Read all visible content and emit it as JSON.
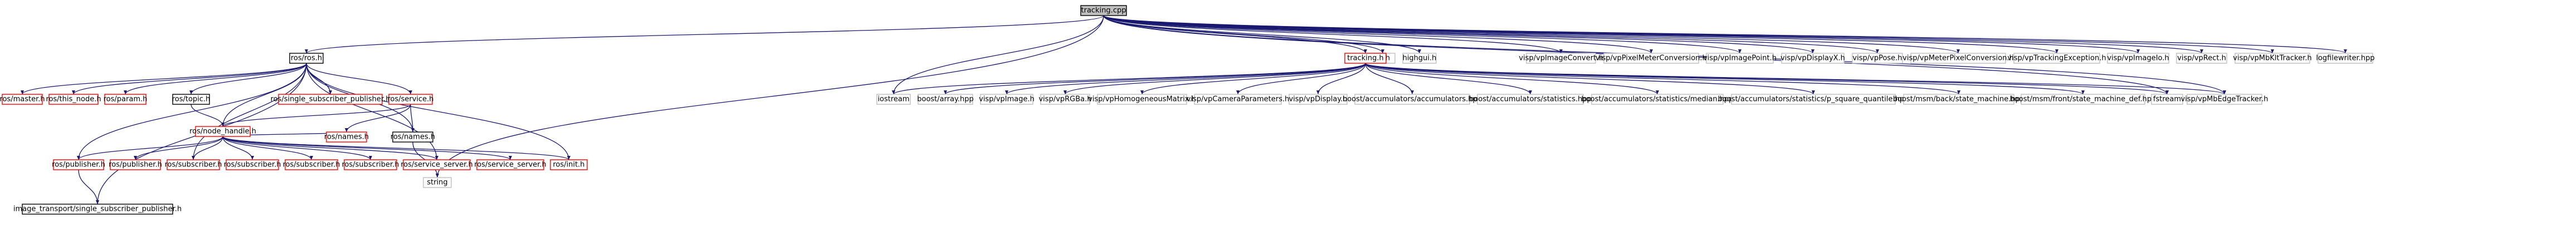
{
  "title": "tracking.cpp",
  "colors": {
    "edge": "#191970",
    "root_fill": "#bfbfbf",
    "root_border": "#000000",
    "documented_border": "#ff0000",
    "external_border": "#bfbfbf",
    "plain_border": "#000000"
  },
  "nodes": {
    "tracking_cpp": "tracking.cpp",
    "ros_h": "ros/ros.h",
    "cv_h": "cv.h",
    "highgui_h": "highgui.h",
    "tracking_h": "tracking.h",
    "visp_vpImageConvert_h": "visp/vpImageConvert.h",
    "visp_vpPixelMeterConversion_h": "visp/vpPixelMeterConversion.h",
    "visp_vpImagePoint_h": "visp/vpImagePoint.h",
    "visp_vpDisplayX_h": "visp/vpDisplayX.h",
    "visp_vpPose_h": "visp/vpPose.h",
    "visp_vpMeterPixelConversion_h": "visp/vpMeterPixelConversion.h",
    "visp_vpTrackingException_h": "visp/vpTrackingException.h",
    "visp_vpImageIo_h": "visp/vpImageIo.h",
    "visp_vpRect_h": "visp/vpRect.h",
    "visp_vpMbKltTracker_h": "visp/vpMbKltTracker.h",
    "logfilewriter_hpp": "logfilewriter.hpp",
    "ros_master_h": "ros/master.h",
    "ros_this_node_h": "ros/this_node.h",
    "ros_param_h": "ros/param.h",
    "ros_topic_h": "ros/topic.h",
    "ros_single_subscriber_publisher_h": "ros/single_subscriber_publisher.h",
    "ros_service_h": "ros/service.h",
    "ros_node_handle_h": "ros/node_handle.h",
    "ros_names_h_red": "ros/names.h",
    "ros_names_h": "ros/names.h",
    "string": "string",
    "ros_publisher_h_a": "ros/publisher.h",
    "ros_publisher_h_b": "ros/publisher.h",
    "ros_subscriber_h_a": "ros/subscriber.h",
    "ros_subscriber_h_b": "ros/subscriber.h",
    "ros_subscriber_h_c": "ros/subscriber.h",
    "ros_subscriber_h_d": "ros/subscriber.h",
    "ros_service_server_h_a": "ros/service_server.h",
    "ros_service_server_h_b": "ros/service_server.h",
    "ros_init_h": "ros/init.h",
    "image_transport_single_subscriber_publisher_h": "image_transport/single_subscriber_publisher.h",
    "iostream": "iostream",
    "boost_array_hpp": "boost/array.hpp",
    "visp_vpImage_h": "visp/vpImage.h",
    "visp_vpRGBa_h": "visp/vpRGBa.h",
    "visp_vpHomogeneousMatrix_h": "visp/vpHomogeneousMatrix.h",
    "visp_vpCameraParameters_h": "visp/vpCameraParameters.h",
    "visp_vpDisplay_h": "visp/vpDisplay.h",
    "boost_accumulators_accumulators_hpp": "boost/accumulators/accumulators.hpp",
    "boost_accumulators_statistics_hpp": "boost/accumulators/statistics.hpp",
    "boost_accumulators_statistics_median_hpp": "boost/accumulators/statistics/median.hpp",
    "boost_accumulators_statistics_p_square_quantile_hpp": "boost/accumulators/statistics/p_square_quantile.hpp",
    "boost_msm_back_state_machine_hpp": "boost/msm/back/state_machine.hpp",
    "boost_msm_front_state_machine_def_hpp": "boost/msm/front/state_machine_def.hpp",
    "fstream": "fstream",
    "visp_vpMbEdgeTracker_h": "visp/vpMbEdgeTracker.h"
  }
}
